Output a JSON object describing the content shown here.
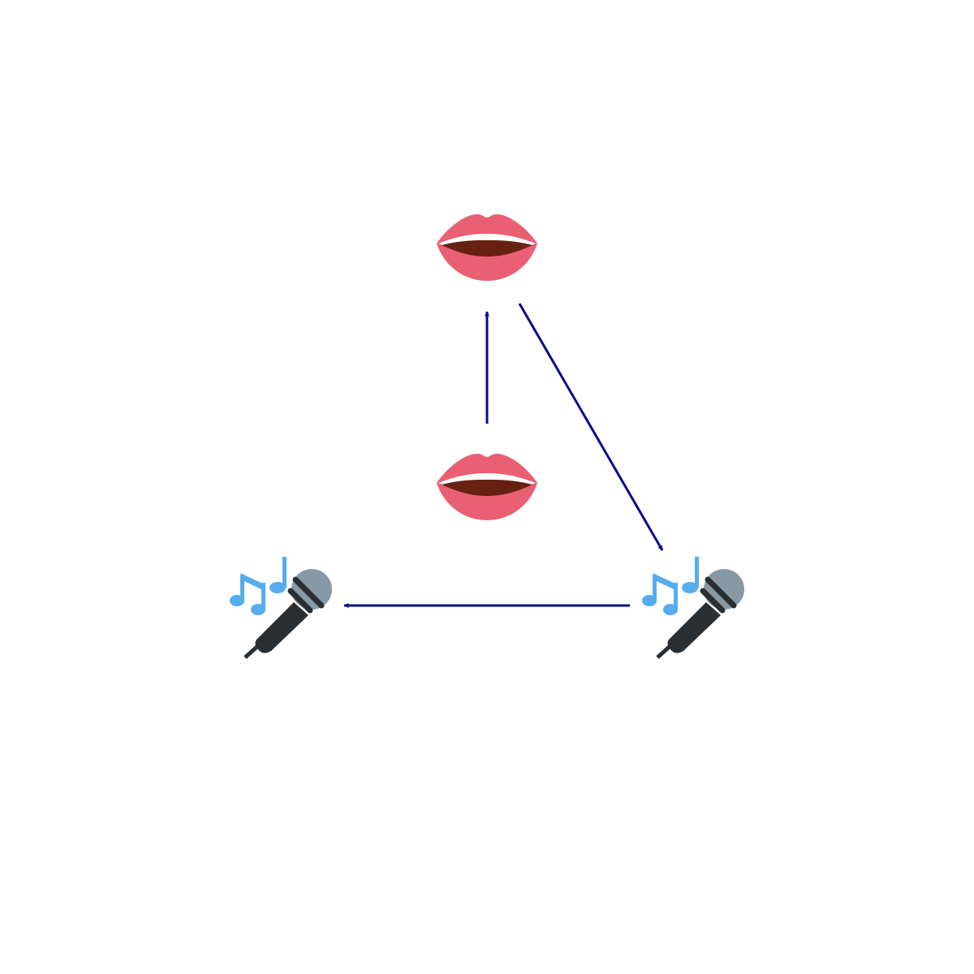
{
  "diagram": {
    "type": "node-link",
    "background": "#ffffff",
    "arrow_color": "#0a0a8c",
    "nodes": [
      {
        "id": "mouth-top",
        "icon": "mouth-icon"
      },
      {
        "id": "mouth-center",
        "icon": "mouth-icon"
      },
      {
        "id": "mic-left",
        "icon": "microphone-with-notes-icon"
      },
      {
        "id": "mic-right",
        "icon": "microphone-with-notes-icon"
      }
    ],
    "edges": [
      {
        "from": "mouth-center",
        "to": "mouth-top"
      },
      {
        "from": "mouth-top",
        "to": "mic-right"
      },
      {
        "from": "mic-right",
        "to": "mic-left"
      }
    ],
    "colors": {
      "lips": "#e95f73",
      "teeth": "#ffffff",
      "mouth_inside": "#662113",
      "mic_head": "#8899a6",
      "mic_body": "#292f33",
      "notes": "#55acee"
    }
  }
}
